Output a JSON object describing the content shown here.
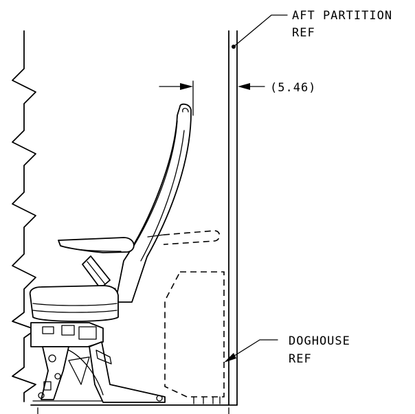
{
  "labels": {
    "aft_partition_line1": "AFT PARTITION",
    "aft_partition_line2": "REF",
    "dimension": "(5.46)",
    "doghouse_line1": "DOGHOUSE",
    "doghouse_line2": "REF"
  }
}
